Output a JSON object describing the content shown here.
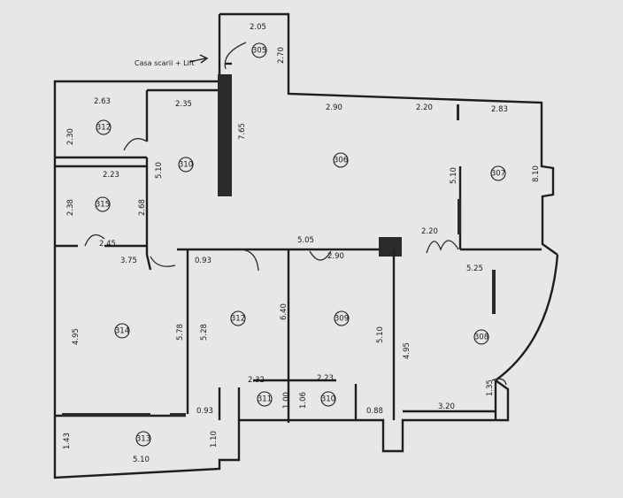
{
  "annotation": {
    "stair_label": "Casa scarii + Lift"
  },
  "rooms": [
    {
      "id": "r305",
      "number": "305"
    },
    {
      "id": "r306",
      "number": "306"
    },
    {
      "id": "r307",
      "number": "307"
    },
    {
      "id": "r308",
      "number": "308"
    },
    {
      "id": "r309",
      "number": "309"
    },
    {
      "id": "r310a",
      "number": "310"
    },
    {
      "id": "r310b",
      "number": "310"
    },
    {
      "id": "r311",
      "number": "311"
    },
    {
      "id": "r312a",
      "number": "312"
    },
    {
      "id": "r312b",
      "number": "312"
    },
    {
      "id": "r313",
      "number": "313"
    },
    {
      "id": "r314",
      "number": "314"
    },
    {
      "id": "r315",
      "number": "315"
    }
  ],
  "dimensions": [
    {
      "id": "d-205",
      "text": "2.05"
    },
    {
      "id": "d-270",
      "text": "2.70"
    },
    {
      "id": "d-263",
      "text": "2.63"
    },
    {
      "id": "d-230",
      "text": "2.30"
    },
    {
      "id": "d-235",
      "text": "2.35"
    },
    {
      "id": "d-765",
      "text": "7.65"
    },
    {
      "id": "d-290-top",
      "text": "2.90"
    },
    {
      "id": "d-220-top",
      "text": "2.20"
    },
    {
      "id": "d-283",
      "text": "2.83"
    },
    {
      "id": "d-510-310",
      "text": "5.10"
    },
    {
      "id": "d-223-315",
      "text": "2.23"
    },
    {
      "id": "d-238",
      "text": "2.38"
    },
    {
      "id": "d-268",
      "text": "2.68"
    },
    {
      "id": "d-510-307",
      "text": "5.10"
    },
    {
      "id": "d-810",
      "text": "8.10"
    },
    {
      "id": "d-245",
      "text": "2.45"
    },
    {
      "id": "d-375",
      "text": "3.75"
    },
    {
      "id": "d-093-top",
      "text": "0.93"
    },
    {
      "id": "d-505",
      "text": "5.05"
    },
    {
      "id": "d-290-mid",
      "text": "2.90"
    },
    {
      "id": "d-220-mid",
      "text": "2.20"
    },
    {
      "id": "d-525",
      "text": "5.25"
    },
    {
      "id": "d-495-314",
      "text": "4.95"
    },
    {
      "id": "d-578",
      "text": "5.78"
    },
    {
      "id": "d-528",
      "text": "5.28"
    },
    {
      "id": "d-640",
      "text": "6.40"
    },
    {
      "id": "d-510-309",
      "text": "5.10"
    },
    {
      "id": "d-495-308",
      "text": "4.95"
    },
    {
      "id": "d-232",
      "text": "2.32"
    },
    {
      "id": "d-223-bot",
      "text": "2.23"
    },
    {
      "id": "d-100",
      "text": "1.00"
    },
    {
      "id": "d-106",
      "text": "1.06"
    },
    {
      "id": "d-093-bot",
      "text": "0.93"
    },
    {
      "id": "d-088",
      "text": "0.88"
    },
    {
      "id": "d-320",
      "text": "3.20"
    },
    {
      "id": "d-135",
      "text": "1.35"
    },
    {
      "id": "d-143",
      "text": "1.43"
    },
    {
      "id": "d-110",
      "text": "1.10"
    },
    {
      "id": "d-510-313",
      "text": "5.10"
    }
  ]
}
